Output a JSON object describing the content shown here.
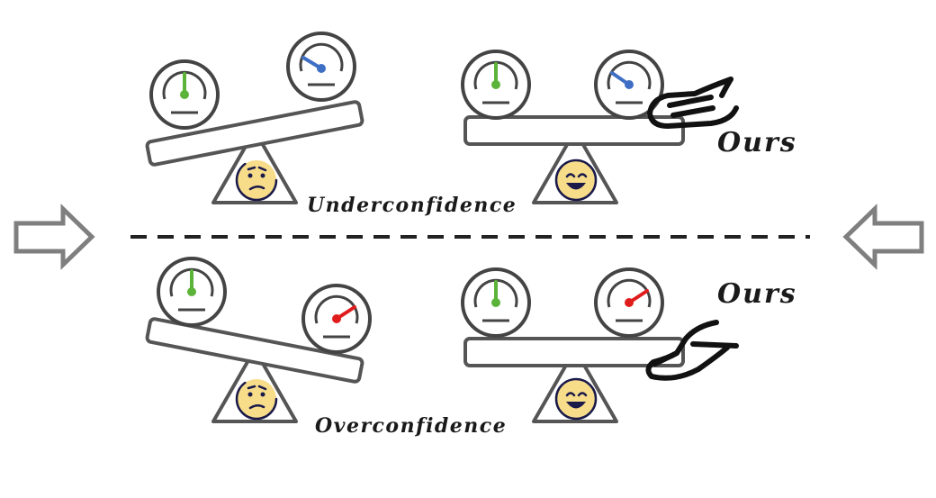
{
  "labels": {
    "ours_top": "Ours",
    "ours_bottom": "Ours",
    "underconfidence": "Underconfidence",
    "overconfidence": "Overconfidence"
  },
  "colors": {
    "needle_green": "#5cb33a",
    "needle_blue": "#3f6fc4",
    "needle_red": "#e11c1c",
    "face_fill": "#f7dd8a",
    "arrow_outline": "#7f7f7f"
  },
  "icons": {
    "left_arrow": "right-arrow-icon",
    "right_arrow": "left-arrow-icon",
    "gauge": "gauge-icon",
    "face_confused": "confused-face-icon",
    "face_happy": "happy-face-icon",
    "hand": "hand-icon"
  }
}
